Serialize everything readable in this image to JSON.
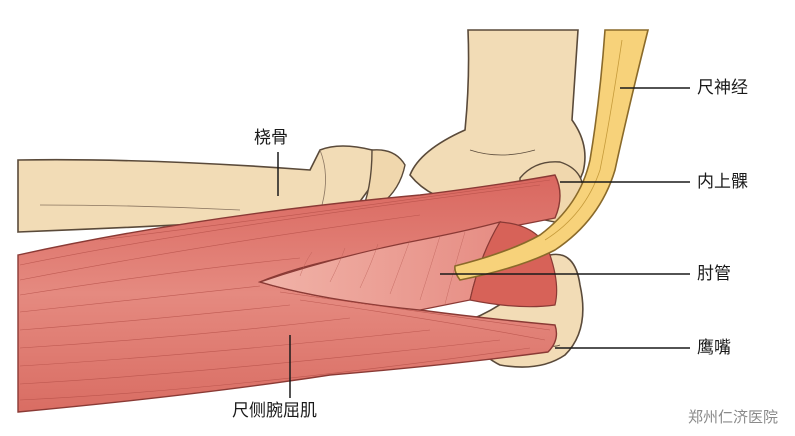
{
  "labels": {
    "radius": "桡骨",
    "ulnar_nerve": "尺神经",
    "medial_epicondyle": "内上髁",
    "cubital_tunnel": "肘管",
    "olecranon": "鹰嘴",
    "fcu_muscle": "尺侧腕屈肌"
  },
  "watermark": "郑州仁济医院",
  "colors": {
    "bone_fill": "#f2dcb6",
    "bone_stroke": "#5a4a3a",
    "muscle_fill": "#e07a70",
    "muscle_light": "#eba39a",
    "nerve_fill": "#f7d27a",
    "nerve_stroke": "#8a6a2a",
    "leader": "#1a1a1a"
  }
}
